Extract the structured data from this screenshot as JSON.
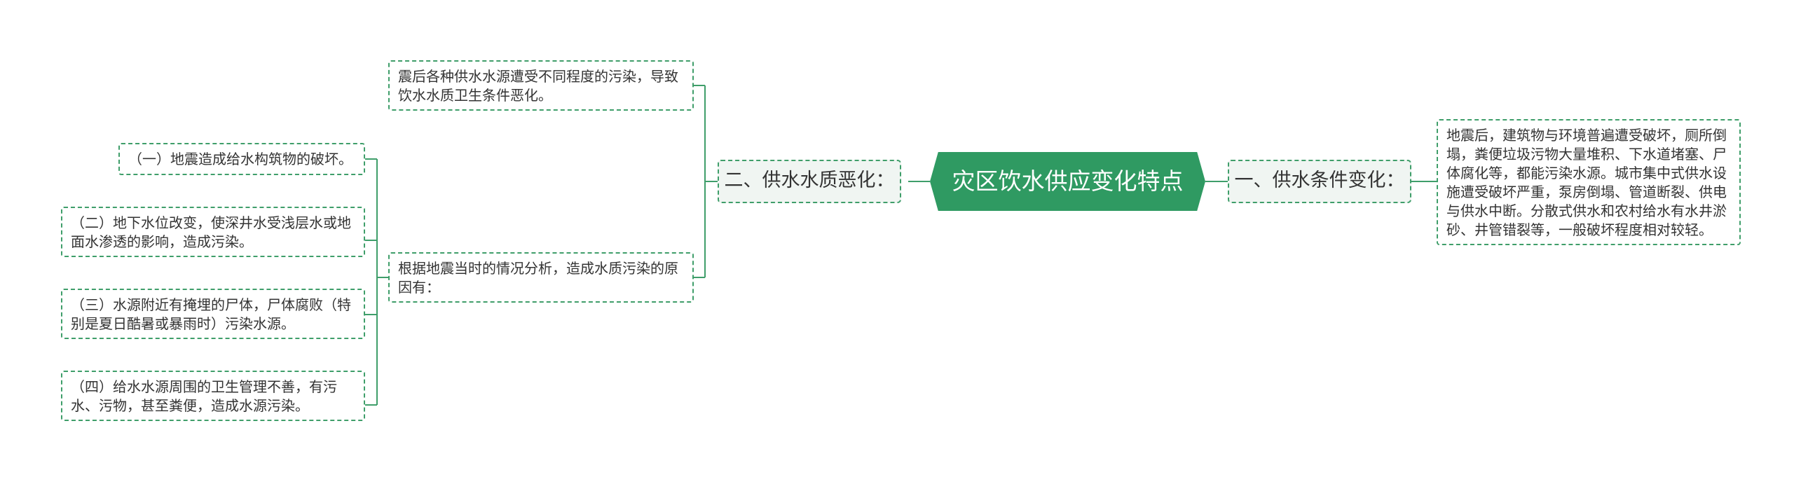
{
  "root": {
    "label": "灾区饮水供应变化特点"
  },
  "right_branch": {
    "label": "一、供水条件变化：",
    "detail": "地震后，建筑物与环境普遍遭受破坏，厕所倒塌，粪便垃圾污物大量堆积、下水道堵塞、尸体腐化等，都能污染水源。城市集中式供水设施遭受破坏严重，泵房倒塌、管道断裂、供电与供水中断。分散式供水和农村给水有水井淤砂、井管错裂等，一般破坏程度相对较轻。"
  },
  "left_branch": {
    "label": "二、供水水质恶化：",
    "summary": "震后各种供水水源遭受不同程度的污染，导致饮水水质卫生条件恶化。",
    "cause_intro": "根据地震当时的情况分析，造成水质污染的原因有：",
    "causes": [
      "（一）地震造成给水构筑物的破坏。",
      "（二）地下水位改变，使深井水受浅层水或地面水渗透的影响，造成污染。",
      "（三）水源附近有掩埋的尸体，尸体腐败（特别是夏日酷暑或暴雨时）污染水源。",
      "（四）给水水源周围的卫生管理不善，有污水、污物，甚至粪便，造成水源污染。"
    ]
  },
  "colors": {
    "accent": "#2f9a62",
    "border": "#3f9e6a",
    "line": "#3f9e6a",
    "branch_bg": "#f0f5f2"
  }
}
